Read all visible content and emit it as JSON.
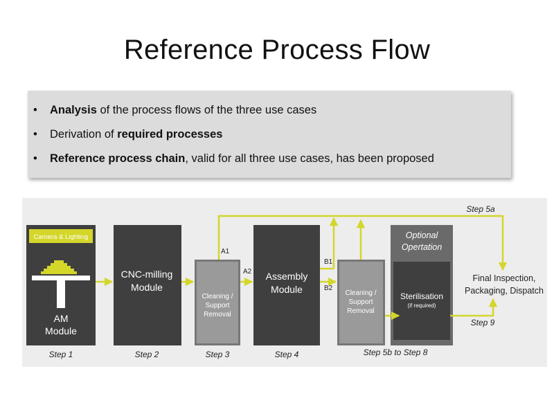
{
  "title": "Reference Process Flow",
  "bullets": [
    {
      "bold": "Analysis",
      "rest": " of the process flows of the three use cases"
    },
    {
      "pre": "Derivation of ",
      "bold": "required processes"
    },
    {
      "bold": "Reference process chain",
      "rest": ", valid for all three use cases, has been proposed"
    }
  ],
  "diagram": {
    "am_module": {
      "header": "Camera & Lighting",
      "line1": "AM",
      "line2": "Module"
    },
    "cnc_module": {
      "line1": "CNC-milling",
      "line2": "Module"
    },
    "cleaning_1": {
      "line1": "Cleaning /",
      "line2": "Support",
      "line3": "Removal"
    },
    "assembly_module": {
      "line1": "Assembly",
      "line2": "Module"
    },
    "cleaning_2": {
      "line1": "Cleaning /",
      "line2": "Support",
      "line3": "Removal"
    },
    "optional": {
      "line1": "Optional",
      "line2": "Opertation"
    },
    "sterilisation": {
      "line1": "Sterilisation",
      "line2": "(if required)"
    },
    "final": {
      "line1": "Final Inspection,",
      "line2": "Packaging, Dispatch"
    },
    "labels": {
      "a1": "A1",
      "a2": "A2",
      "b1": "B1",
      "b2": "B2"
    },
    "steps": {
      "step1": "Step 1",
      "step2": "Step 2",
      "step3": "Step 3",
      "step4": "Step 4",
      "step5b8": "Step 5b to Step 8",
      "step5a": "Step 5a",
      "step9": "Step 9"
    },
    "colors": {
      "accent": "#d4d62a",
      "dark_box": "#3f3f3f",
      "light_box": "#9a9a9a",
      "panel": "#ededed"
    }
  }
}
